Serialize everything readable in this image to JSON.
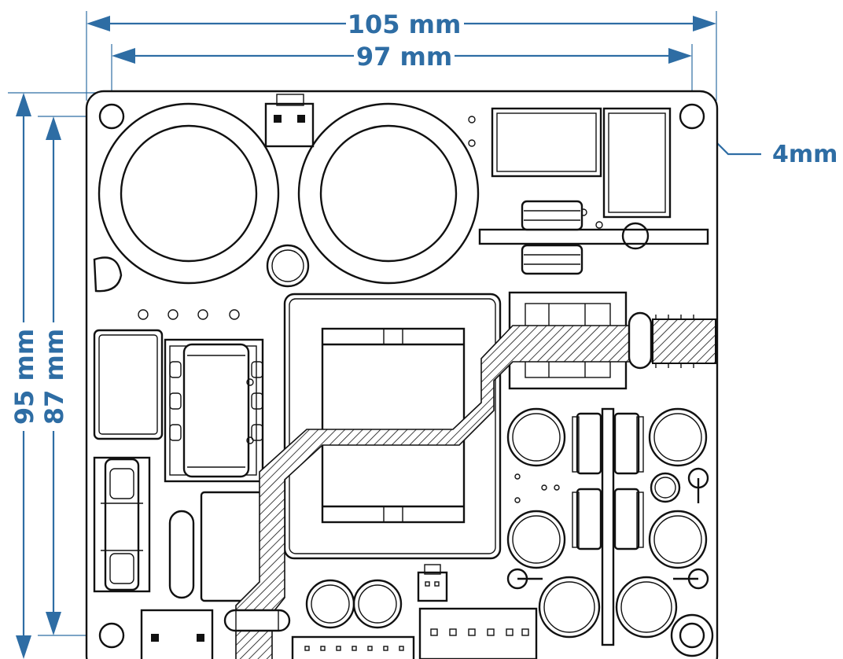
{
  "dimensions": {
    "width_outer": "105 mm",
    "width_holes": "97 mm",
    "height_outer": "95 mm",
    "height_holes": "87 mm",
    "hole_diameter": "4mm"
  },
  "colors": {
    "dimension": "#2e6da4",
    "outline": "#111111",
    "background": "#ffffff"
  }
}
